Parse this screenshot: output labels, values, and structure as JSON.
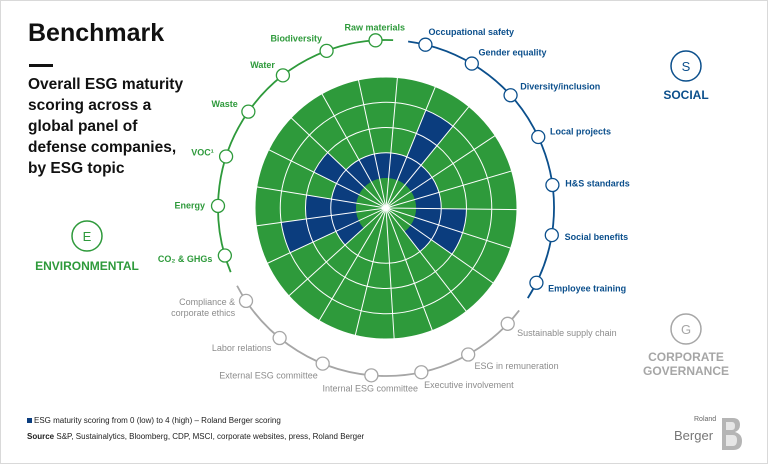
{
  "header": {
    "title": "Benchmark",
    "subtitle": "Overall ESG maturity scoring across a global panel of defense companies, by ESG topic"
  },
  "footer": {
    "legend": "ESG maturity scoring from 0 (low) to 4 (high) – Roland Berger scoring",
    "source_label": "Source",
    "source_text": "S&P, Sustainalytics, Bloomberg, CDP, MSCI, corporate websites, press, Roland Berger"
  },
  "logo": {
    "roland": "Roland",
    "berger": "Berger"
  },
  "colors": {
    "environmental": "#2e9a3b",
    "social": "#0b4f8c",
    "governance": "#a6a6a6",
    "scored": "#0b3d7e",
    "fill": "#2e9a3b"
  },
  "chart_data": {
    "type": "radar",
    "scale_min": 0,
    "scale_max": 4,
    "rings": 4,
    "groups": [
      {
        "key": "S",
        "letter": "S",
        "name": "SOCIAL"
      },
      {
        "key": "G",
        "letter": "G",
        "name": "CORPORATE\nGOVERNANCE"
      },
      {
        "key": "E",
        "letter": "E",
        "name": "ENVIRONMENTAL"
      }
    ],
    "categories": [
      {
        "label": "Occupational safety",
        "group": "S",
        "value": 1
      },
      {
        "label": "Gender equality",
        "group": "S",
        "value": 3
      },
      {
        "label": "Diversity/inclusion",
        "group": "S",
        "value": 1
      },
      {
        "label": "Local projects",
        "group": "S",
        "value": 1
      },
      {
        "label": "H&S standards",
        "group": "S",
        "value": 1
      },
      {
        "label": "Social benefits",
        "group": "S",
        "value": 2
      },
      {
        "label": "Employee training",
        "group": "S",
        "value": 2
      },
      {
        "label": "Sustainable supply chain",
        "group": "G",
        "value": 1
      },
      {
        "label": "ESG in remuneration",
        "group": "G",
        "value": 0
      },
      {
        "label": "Executive involvement",
        "group": "G",
        "value": 0
      },
      {
        "label": "Internal ESG committee",
        "group": "G",
        "value": 0
      },
      {
        "label": "External ESG committee",
        "group": "G",
        "value": 0
      },
      {
        "label": "Labor relations",
        "group": "G",
        "value": 0
      },
      {
        "label": "Compliance & corporate ethics",
        "group": "G",
        "value": 1
      },
      {
        "label": "CO₂ & GHGs",
        "group": "E",
        "value": 3
      },
      {
        "label": "Energy",
        "group": "E",
        "value": 2
      },
      {
        "label": "VOC¹",
        "group": "E",
        "value": 1
      },
      {
        "label": "Waste",
        "group": "E",
        "value": 2
      },
      {
        "label": "Water",
        "group": "E",
        "value": 1
      },
      {
        "label": "Biodiversity",
        "group": "E",
        "value": 1
      },
      {
        "label": "Raw materials",
        "group": "E",
        "value": 1
      }
    ]
  }
}
